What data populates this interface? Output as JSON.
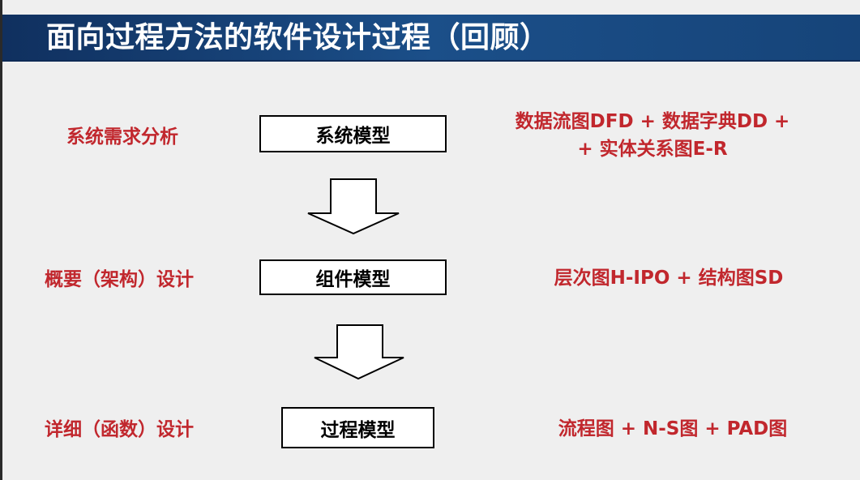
{
  "title": "面向过程方法的软件设计过程（回顾）",
  "rows": [
    {
      "stage": "系统需求分析",
      "model": "系统模型",
      "tools": [
        "数据流图DFD + 数据字典DD +",
        "+ 实体关系图E-R"
      ]
    },
    {
      "stage": "概要（架构）设计",
      "model": "组件模型",
      "tools": [
        "层次图H-IPO + 结构图SD"
      ]
    },
    {
      "stage": "详细（函数）设计",
      "model": "过程模型",
      "tools": [
        "流程图 + N-S图 + PAD图"
      ]
    }
  ],
  "arrows": [
    "down-arrow",
    "down-arrow"
  ],
  "colors": {
    "title_bar": "#1b4f89",
    "label_red": "#c1272d",
    "box_border": "#000000",
    "background": "#efefef"
  }
}
